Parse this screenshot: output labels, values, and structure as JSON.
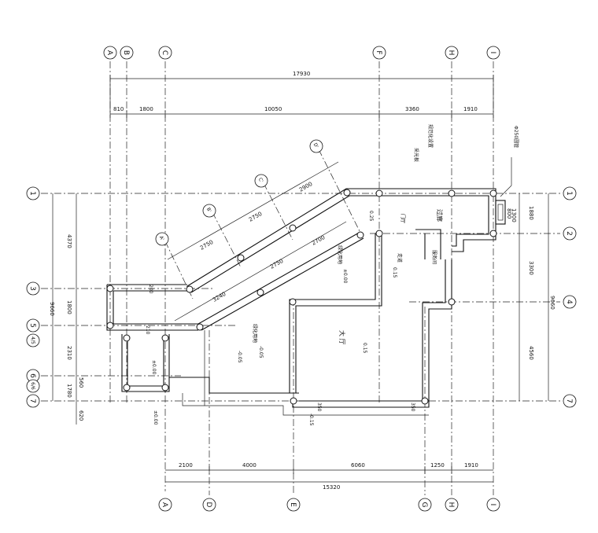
{
  "grid": {
    "top_letters": [
      "A",
      "B",
      "C",
      "F",
      "H",
      "I"
    ],
    "bottom_letters": [
      "A",
      "D",
      "E",
      "G",
      "H",
      "I"
    ],
    "left_numbers": [
      "1",
      "3",
      "5",
      "6",
      "7"
    ],
    "left_minor": [
      "4/5",
      "6/6"
    ],
    "right_numbers": [
      "1",
      "2",
      "4",
      "7"
    ],
    "diagonal_letters": [
      "A'",
      "B'",
      "C'",
      "D'"
    ]
  },
  "dimensions": {
    "top_overall": "17930",
    "top_segments": [
      "810",
      "1800",
      "10050",
      "3360",
      "1910"
    ],
    "bottom_overall": "15320",
    "bottom_segments": [
      "2100",
      "4000",
      "6060",
      "1250",
      "1910"
    ],
    "left_overall": "9660",
    "left_segments": [
      "4370",
      "1800",
      "2310",
      "1780",
      "560",
      "620"
    ],
    "right_overall": "9660",
    "right_segments": [
      "1880",
      "3300",
      "4560",
      "1300",
      "800"
    ],
    "diag_upper": [
      "2750",
      "2750",
      "2900"
    ],
    "diag_lower": [
      "3240",
      "2750",
      "2700"
    ],
    "small": [
      "200",
      "210",
      "350",
      "350",
      "1800"
    ]
  },
  "labels": {
    "pipe": "Φ250圆管",
    "tag_a": "规范化设置",
    "tag_b": "采光板",
    "room_porch": "过廊",
    "room_corridor": "走道",
    "room_service": "服务间",
    "room_hall": "大  厅",
    "room_door": "门厅",
    "area_green_1": "绿化用地",
    "area_green_2": "绿化用地",
    "area_green_note": "±0.00"
  },
  "levels": [
    "0.25",
    "0.15",
    "±0.00",
    "-0.05",
    "0.15",
    "±0.00",
    "-0.15",
    "±0.00",
    "-0.05"
  ]
}
